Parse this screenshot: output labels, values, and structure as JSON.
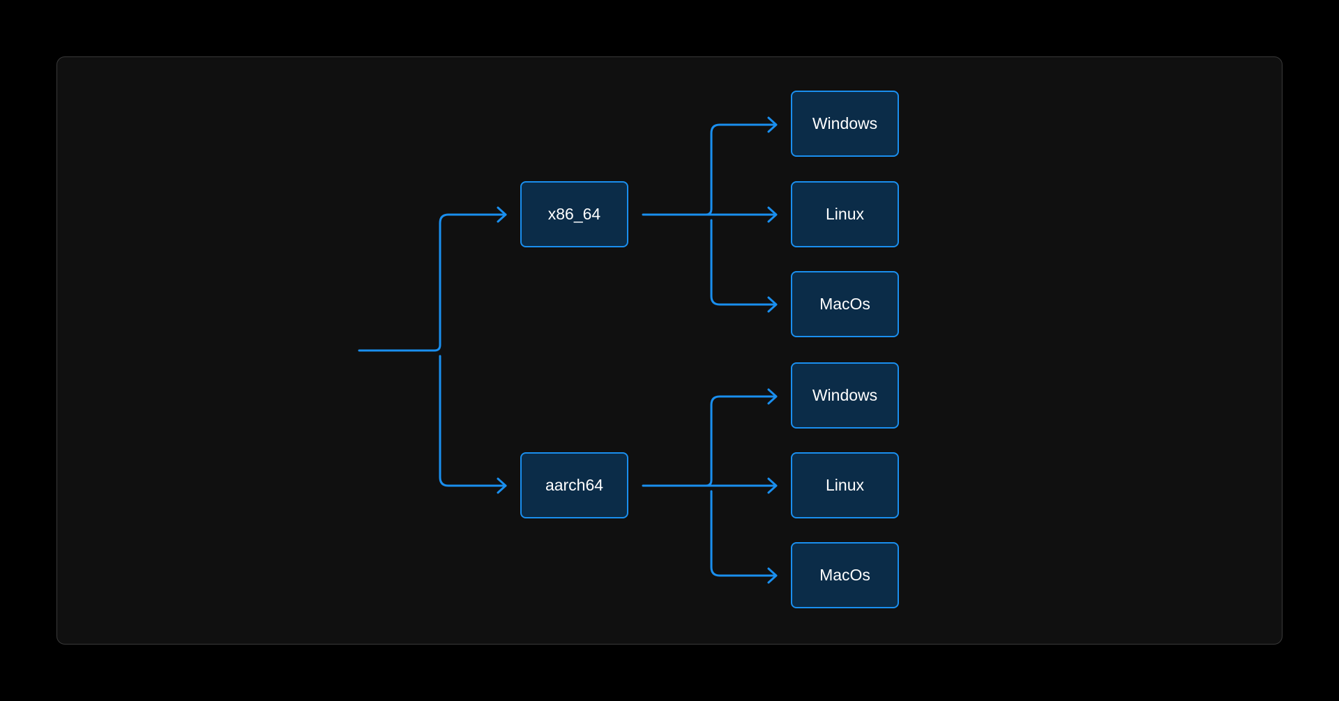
{
  "diagram": {
    "type": "tree",
    "colors": {
      "line": "#1a8fef",
      "node_fill": "#0b2c48",
      "node_border": "#1a8fef",
      "panel_bg": "#101010",
      "text": "#ffffff"
    },
    "architectures": [
      {
        "label": "x86_64",
        "children": [
          {
            "label": "Windows"
          },
          {
            "label": "Linux"
          },
          {
            "label": "MacOs"
          }
        ]
      },
      {
        "label": "aarch64",
        "children": [
          {
            "label": "Windows"
          },
          {
            "label": "Linux"
          },
          {
            "label": "MacOs"
          }
        ]
      }
    ]
  }
}
